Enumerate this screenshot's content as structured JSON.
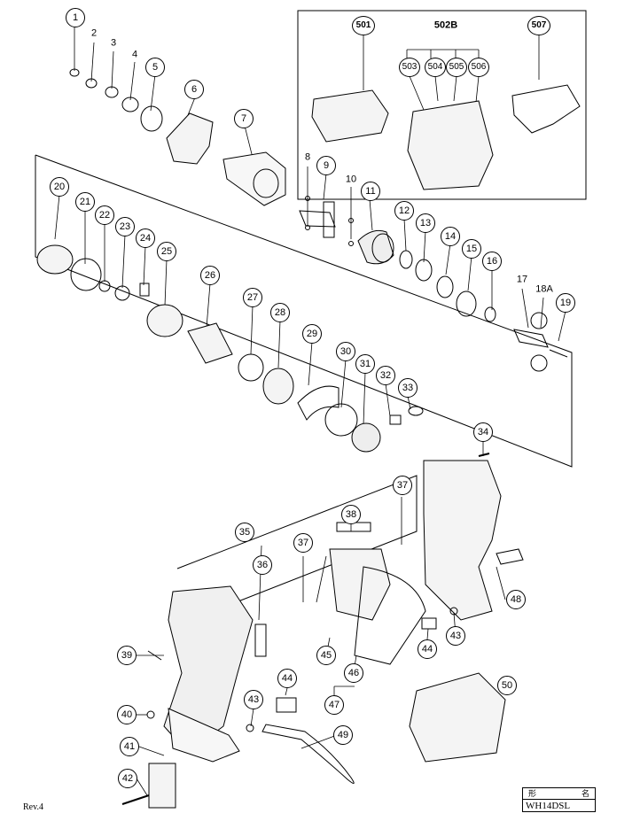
{
  "diagram": {
    "callouts": [
      {
        "id": "c1",
        "label": "1"
      },
      {
        "id": "c2",
        "label": "2"
      },
      {
        "id": "c3",
        "label": "3"
      },
      {
        "id": "c4",
        "label": "4"
      },
      {
        "id": "c5",
        "label": "5"
      },
      {
        "id": "c6",
        "label": "6"
      },
      {
        "id": "c7",
        "label": "7"
      },
      {
        "id": "c8",
        "label": "8"
      },
      {
        "id": "c9",
        "label": "9"
      },
      {
        "id": "c10",
        "label": "10"
      },
      {
        "id": "c11",
        "label": "11"
      },
      {
        "id": "c12",
        "label": "12"
      },
      {
        "id": "c13",
        "label": "13"
      },
      {
        "id": "c14",
        "label": "14"
      },
      {
        "id": "c15",
        "label": "15"
      },
      {
        "id": "c16",
        "label": "16"
      },
      {
        "id": "c17",
        "label": "17"
      },
      {
        "id": "c18a",
        "label": "18A"
      },
      {
        "id": "c19",
        "label": "19"
      },
      {
        "id": "c20",
        "label": "20"
      },
      {
        "id": "c21",
        "label": "21"
      },
      {
        "id": "c22",
        "label": "22"
      },
      {
        "id": "c23",
        "label": "23"
      },
      {
        "id": "c24",
        "label": "24"
      },
      {
        "id": "c25",
        "label": "25"
      },
      {
        "id": "c26",
        "label": "26"
      },
      {
        "id": "c27",
        "label": "27"
      },
      {
        "id": "c28",
        "label": "28"
      },
      {
        "id": "c29",
        "label": "29"
      },
      {
        "id": "c30",
        "label": "30"
      },
      {
        "id": "c31",
        "label": "31"
      },
      {
        "id": "c32",
        "label": "32"
      },
      {
        "id": "c33",
        "label": "33"
      },
      {
        "id": "c34",
        "label": "34"
      },
      {
        "id": "c35",
        "label": "35"
      },
      {
        "id": "c36",
        "label": "36"
      },
      {
        "id": "c37a",
        "label": "37"
      },
      {
        "id": "c37b",
        "label": "37"
      },
      {
        "id": "c38",
        "label": "38"
      },
      {
        "id": "c39",
        "label": "39"
      },
      {
        "id": "c40",
        "label": "40"
      },
      {
        "id": "c41",
        "label": "41"
      },
      {
        "id": "c42",
        "label": "42"
      },
      {
        "id": "c43a",
        "label": "43"
      },
      {
        "id": "c43b",
        "label": "43"
      },
      {
        "id": "c44a",
        "label": "44"
      },
      {
        "id": "c44b",
        "label": "44"
      },
      {
        "id": "c45",
        "label": "45"
      },
      {
        "id": "c46",
        "label": "46"
      },
      {
        "id": "c47",
        "label": "47"
      },
      {
        "id": "c48",
        "label": "48"
      },
      {
        "id": "c49",
        "label": "49"
      },
      {
        "id": "c50",
        "label": "50"
      },
      {
        "id": "c501",
        "label": "501"
      },
      {
        "id": "c502b",
        "label": "502B"
      },
      {
        "id": "c503",
        "label": "503"
      },
      {
        "id": "c504",
        "label": "504"
      },
      {
        "id": "c505",
        "label": "505"
      },
      {
        "id": "c506",
        "label": "506"
      },
      {
        "id": "c507",
        "label": "507"
      }
    ],
    "revision": "Rev.4",
    "title_block": {
      "header_left": "形",
      "header_right": "名",
      "model": "WH14DSL"
    }
  }
}
